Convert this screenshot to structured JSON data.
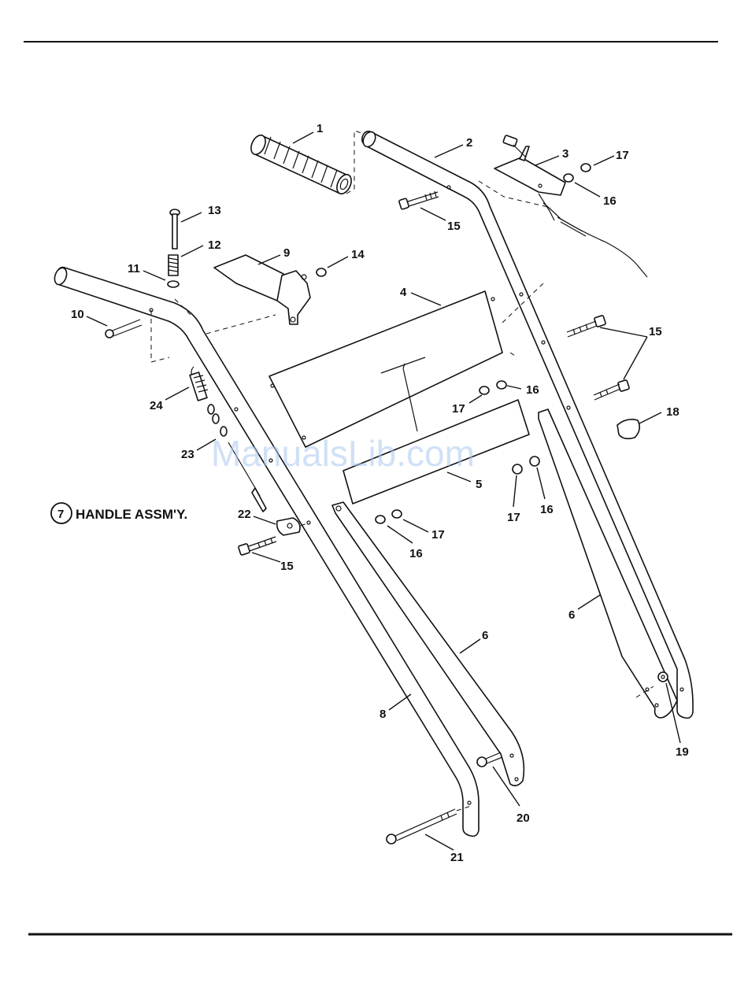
{
  "assembly": {
    "number": "7",
    "title": "HANDLE ASSM'Y."
  },
  "watermark": "ManualsLib.com",
  "callouts": [
    {
      "id": "c1",
      "text": "1"
    },
    {
      "id": "c2",
      "text": "2"
    },
    {
      "id": "c3",
      "text": "3"
    },
    {
      "id": "c17a",
      "text": "17"
    },
    {
      "id": "c16a",
      "text": "16"
    },
    {
      "id": "c15a",
      "text": "15"
    },
    {
      "id": "c13",
      "text": "13"
    },
    {
      "id": "c12",
      "text": "12"
    },
    {
      "id": "c11",
      "text": "11"
    },
    {
      "id": "c9",
      "text": "9"
    },
    {
      "id": "c14",
      "text": "14"
    },
    {
      "id": "c10",
      "text": "10"
    },
    {
      "id": "c4",
      "text": "4"
    },
    {
      "id": "c15b",
      "text": "15"
    },
    {
      "id": "c24",
      "text": "24"
    },
    {
      "id": "c17b",
      "text": "17"
    },
    {
      "id": "c16b",
      "text": "16"
    },
    {
      "id": "c18",
      "text": "18"
    },
    {
      "id": "c23",
      "text": "23"
    },
    {
      "id": "c5",
      "text": "5"
    },
    {
      "id": "c17c",
      "text": "17"
    },
    {
      "id": "c16c",
      "text": "16"
    },
    {
      "id": "c22",
      "text": "22"
    },
    {
      "id": "c17d",
      "text": "17"
    },
    {
      "id": "c16d",
      "text": "16"
    },
    {
      "id": "c15c",
      "text": "15"
    },
    {
      "id": "c6a",
      "text": "6"
    },
    {
      "id": "c6b",
      "text": "6"
    },
    {
      "id": "c8",
      "text": "8"
    },
    {
      "id": "c19",
      "text": "19"
    },
    {
      "id": "c20",
      "text": "20"
    },
    {
      "id": "c21",
      "text": "21"
    }
  ]
}
